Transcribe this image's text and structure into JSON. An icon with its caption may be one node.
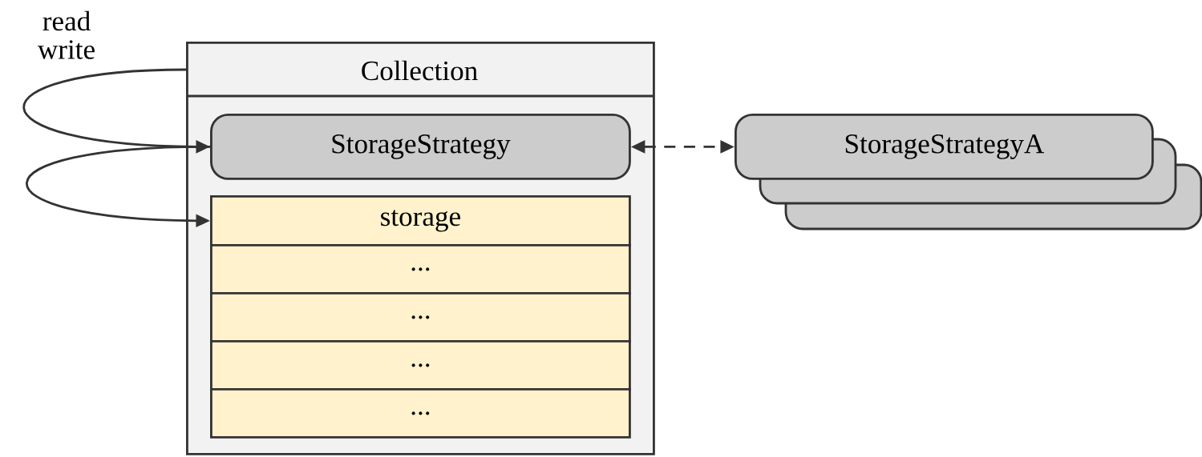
{
  "diagram": {
    "nodes": [
      {
        "text": [
          "Collection"
        ]
      },
      {
        "text": [
          "StorageStrategy"
        ],
        "in": 0
      },
      {
        "text": [
          "storage"
        ],
        "in": 0
      },
      {
        "text": [
          "..."
        ],
        "in": 0
      },
      {
        "text": [
          "..."
        ],
        "in": 0
      },
      {
        "text": [
          "..."
        ],
        "in": 0
      },
      {
        "text": [
          "..."
        ],
        "in": 0
      },
      {
        "text": [
          "StorageStrategyA"
        ]
      }
    ],
    "edges": [
      {
        "from": 0,
        "to": 1,
        "arrow": "to"
      },
      {
        "from": 1,
        "to": 2,
        "arrow": "to"
      },
      {
        "from": 1,
        "to": 7,
        "arrow": "both",
        "style": "dashed"
      }
    ],
    "labels": [
      "read",
      "write"
    ]
  }
}
